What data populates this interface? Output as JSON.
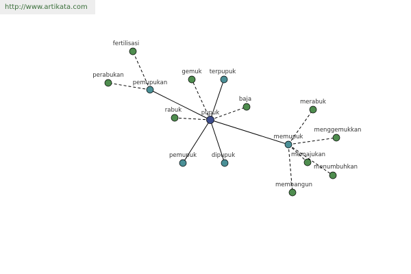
{
  "watermark": {
    "text": "http://www.artikata.com"
  },
  "colors": {
    "root": "#3d4d8c",
    "hub": "#4a8f96",
    "leaf_green": "#4f8d4f",
    "leaf_teal": "#4a8f96"
  },
  "graph": {
    "nodes": [
      {
        "id": "pupuk",
        "label": "pupuk",
        "kind": "root"
      },
      {
        "id": "pemupukan",
        "label": "pemupukan",
        "kind": "hub"
      },
      {
        "id": "memupuk",
        "label": "memupuk",
        "kind": "hub"
      },
      {
        "id": "fertilisasi",
        "label": "fertilisasi",
        "kind": "leaf_green"
      },
      {
        "id": "perabukan",
        "label": "perabukan",
        "kind": "leaf_green"
      },
      {
        "id": "gemuk",
        "label": "gemuk",
        "kind": "leaf_green"
      },
      {
        "id": "terpupuk",
        "label": "terpupuk",
        "kind": "leaf_teal"
      },
      {
        "id": "baja",
        "label": "baja",
        "kind": "leaf_green"
      },
      {
        "id": "rabuk",
        "label": "rabuk",
        "kind": "leaf_green"
      },
      {
        "id": "pemupuk",
        "label": "pemupuk",
        "kind": "leaf_teal"
      },
      {
        "id": "dipupuk",
        "label": "dipupuk",
        "kind": "leaf_teal"
      },
      {
        "id": "merabuk",
        "label": "merabuk",
        "kind": "leaf_green"
      },
      {
        "id": "menggemukkan",
        "label": "menggemukkan",
        "kind": "leaf_green"
      },
      {
        "id": "memajukan",
        "label": "memajukan",
        "kind": "leaf_green"
      },
      {
        "id": "menumbuhkan",
        "label": "menumbuhkan",
        "kind": "leaf_green"
      },
      {
        "id": "membangun",
        "label": "membangun",
        "kind": "leaf_green"
      }
    ],
    "edges": [
      {
        "from": "pupuk",
        "to": "pemupukan",
        "style": "solid"
      },
      {
        "from": "pupuk",
        "to": "memupuk",
        "style": "solid"
      },
      {
        "from": "pupuk",
        "to": "terpupuk",
        "style": "solid"
      },
      {
        "from": "pupuk",
        "to": "pemupuk",
        "style": "solid"
      },
      {
        "from": "pupuk",
        "to": "dipupuk",
        "style": "solid"
      },
      {
        "from": "pupuk",
        "to": "gemuk",
        "style": "dashed"
      },
      {
        "from": "pupuk",
        "to": "baja",
        "style": "dashed"
      },
      {
        "from": "pupuk",
        "to": "rabuk",
        "style": "dashed"
      },
      {
        "from": "pemupukan",
        "to": "fertilisasi",
        "style": "dashed"
      },
      {
        "from": "pemupukan",
        "to": "perabukan",
        "style": "dashed"
      },
      {
        "from": "memupuk",
        "to": "merabuk",
        "style": "dashed"
      },
      {
        "from": "memupuk",
        "to": "menggemukkan",
        "style": "dashed"
      },
      {
        "from": "memupuk",
        "to": "memajukan",
        "style": "dashed"
      },
      {
        "from": "memupuk",
        "to": "menumbuhkan",
        "style": "dashed"
      },
      {
        "from": "memupuk",
        "to": "membangun",
        "style": "dashed"
      }
    ]
  }
}
